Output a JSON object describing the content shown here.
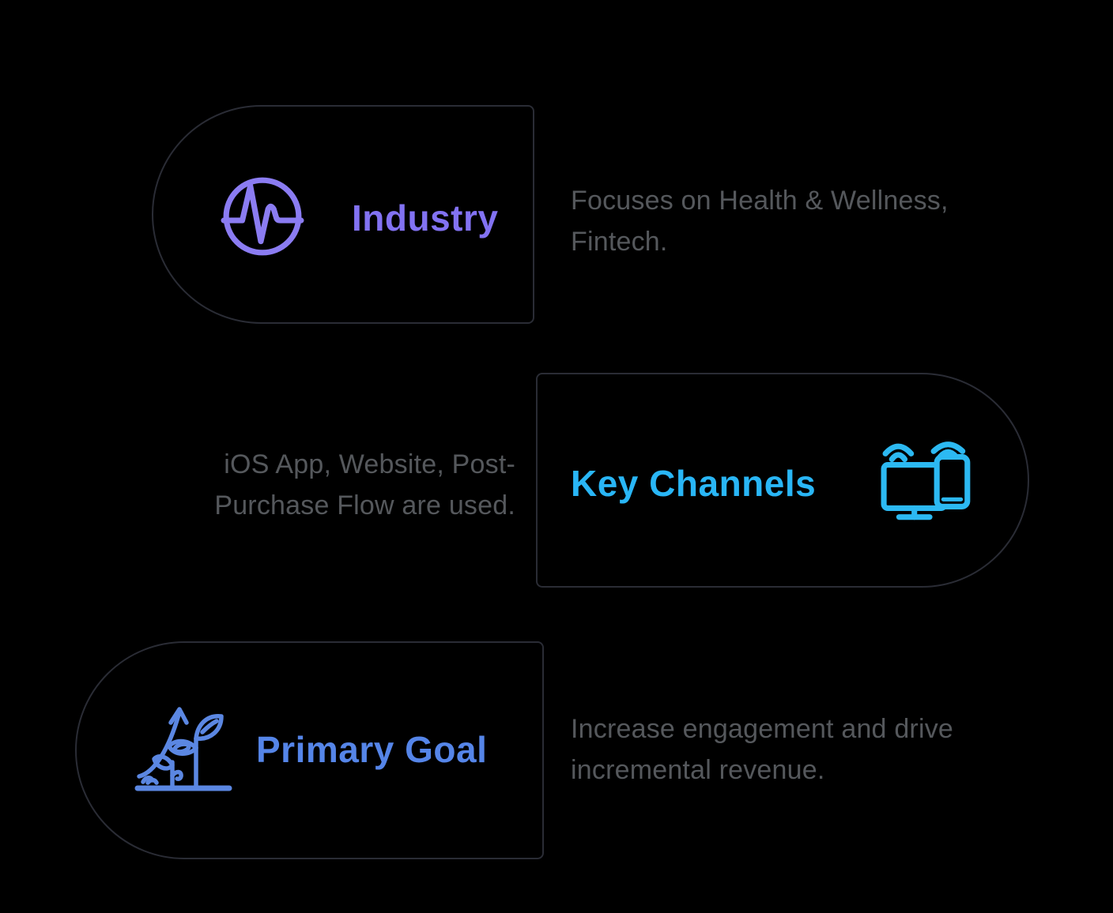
{
  "canvas": {
    "background": "#000000",
    "card_border_color": "#2a2c35"
  },
  "cards": [
    {
      "title": "Industry",
      "title_color": "#8272f2",
      "icon": "pulse-icon",
      "icon_color": "#8b7cf2",
      "description": "Focuses on Health & Wellness, Fintech.",
      "description_color": "#55585c",
      "rounded_side": "left"
    },
    {
      "title": "Key Channels",
      "title_color": "#29b6f6",
      "icon": "devices-icon",
      "icon_color": "#2cb9f2",
      "description": "iOS App, Website, Post-Purchase Flow are used.",
      "description_color": "#55585c",
      "rounded_side": "right"
    },
    {
      "title": "Primary Goal",
      "title_color": "#5585e8",
      "icon": "growth-icon",
      "icon_color": "#5b87e2",
      "description": "Increase engagement and drive incremental revenue.",
      "description_color": "#55585c",
      "rounded_side": "left"
    }
  ]
}
